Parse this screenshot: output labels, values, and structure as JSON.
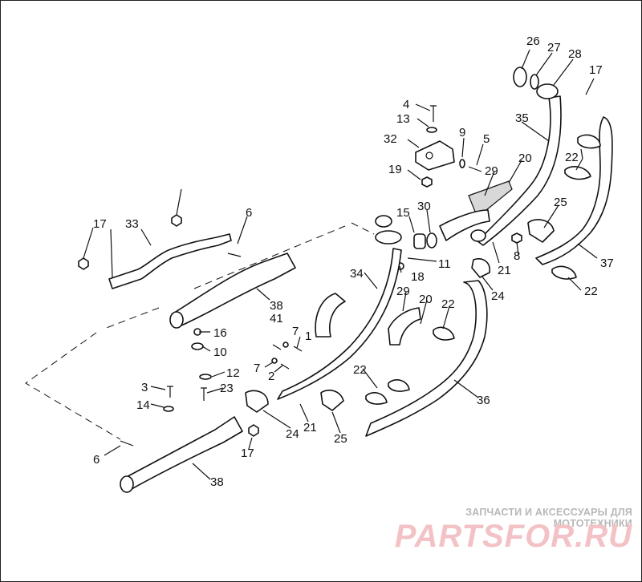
{
  "diagram": {
    "callouts": [
      "26",
      "27",
      "28",
      "17",
      "4",
      "13",
      "35",
      "9",
      "32",
      "5",
      "22",
      "20",
      "19",
      "29",
      "15",
      "30",
      "25",
      "11",
      "21",
      "8",
      "37",
      "17",
      "33",
      "6",
      "18",
      "24",
      "22",
      "34",
      "29",
      "20",
      "38",
      "41",
      "22",
      "16",
      "7",
      "1",
      "10",
      "7",
      "2",
      "12",
      "3",
      "23",
      "14",
      "36",
      "22",
      "24",
      "21",
      "25",
      "6",
      "17",
      "38"
    ]
  },
  "watermark": {
    "tagline": "ЗАПЧАСТИ И АКСЕССУАРЫ ДЛЯ МОТОТЕХНИКИ",
    "logo_text": "PARTSFOR.RU",
    "colors": {
      "logo_red": "#f2c2c6",
      "tagline_gray": "#b8b8b8"
    }
  }
}
